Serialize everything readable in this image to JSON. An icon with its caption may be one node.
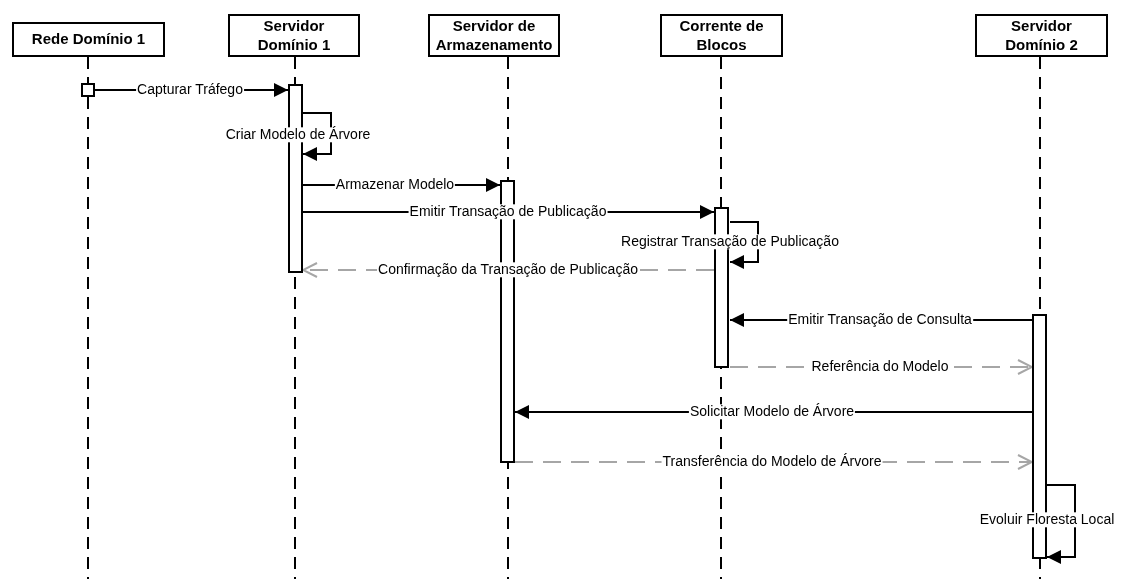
{
  "diagram": {
    "nodes": [
      {
        "text": [
          "Rede Domínio 1"
        ]
      },
      {
        "text": [
          "Servidor Domínio 1"
        ]
      },
      {
        "text": [
          "Servidor de Armazenamento"
        ]
      },
      {
        "text": [
          "Corrente de Blocos"
        ]
      },
      {
        "text": [
          "Servidor Domínio 2"
        ]
      },
      {
        "text": [],
        "shape": "box"
      },
      {
        "text": [],
        "shape": "bar"
      },
      {
        "text": [],
        "shape": "bar"
      },
      {
        "text": [],
        "shape": "bar"
      },
      {
        "text": [],
        "shape": "bar"
      }
    ],
    "edges": [
      {
        "from": 5,
        "to": 6,
        "arrow": "to",
        "label": "Capturar Tráfego"
      },
      {
        "from": 6,
        "to": 6,
        "arrow": "to",
        "label": "Criar Modelo de Árvore"
      },
      {
        "from": 6,
        "to": 7,
        "arrow": "to",
        "label": "Armazenar Modelo"
      },
      {
        "from": 6,
        "to": 8,
        "arrow": "to",
        "label": "Emitir Transação de Publicação"
      },
      {
        "from": 8,
        "to": 8,
        "arrow": "to",
        "label": "Registrar Transação de Publicação"
      },
      {
        "from": 8,
        "to": 6,
        "arrow": "to",
        "label": "Confirmação da Transação de Publicação",
        "style": "dashed",
        "color": "#a6a6a6"
      },
      {
        "from": 9,
        "to": 8,
        "arrow": "to",
        "label": "Emitir Transação de Consulta"
      },
      {
        "from": 8,
        "to": 9,
        "arrow": "to",
        "label": "Referência do Modelo",
        "style": "dashed",
        "color": "#a6a6a6"
      },
      {
        "from": 9,
        "to": 7,
        "arrow": "to",
        "label": "Solicitar Modelo de Árvore"
      },
      {
        "from": 7,
        "to": 9,
        "arrow": "to",
        "label": "Transferência do Modelo de Árvore",
        "style": "dashed",
        "color": "#a6a6a6"
      },
      {
        "from": 9,
        "to": 9,
        "arrow": "to",
        "label": "Evoluir Floresta Local"
      }
    ]
  }
}
